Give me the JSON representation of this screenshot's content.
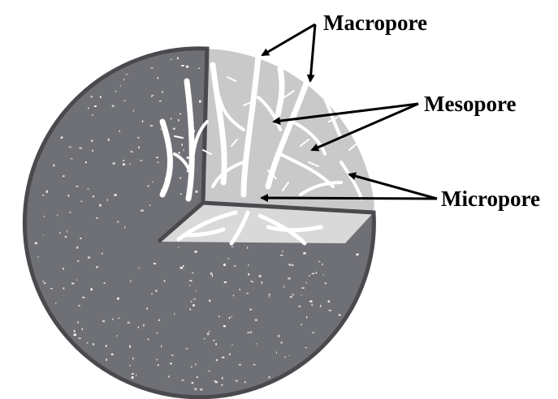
{
  "labels": {
    "macropore": "Macropore",
    "mesopore": "Mesopore",
    "micropore": "Micropore"
  },
  "colors": {
    "sphere": "#6f7075",
    "sphere_outline": "#4a4a4e",
    "cut_face_back": "#c9c9ca",
    "cut_face_bottom": "#d9d9da",
    "pores": "#ffffff",
    "arrows": "#000000"
  }
}
